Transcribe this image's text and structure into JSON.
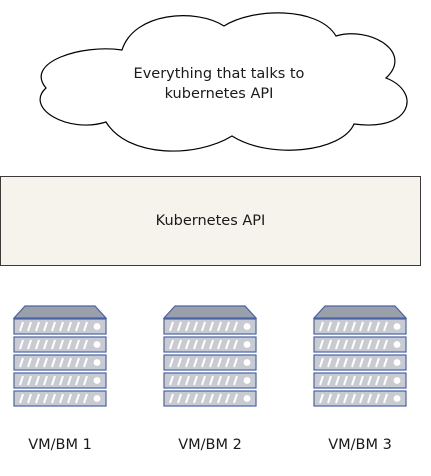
{
  "cloud": {
    "line1": "Everything that talks to",
    "line2": "kubernetes API"
  },
  "api": {
    "label": "Kubernetes API"
  },
  "servers": [
    {
      "label": "VM/BM 1"
    },
    {
      "label": "VM/BM 2"
    },
    {
      "label": "VM/BM 3"
    }
  ],
  "colors": {
    "cloud_fill": "#ffffff",
    "cloud_stroke": "#000000",
    "api_fill": "#f6f3ec",
    "server_top": "#9aa0a9",
    "server_body": "#c8ccd2",
    "server_stroke": "#4a63a8"
  }
}
